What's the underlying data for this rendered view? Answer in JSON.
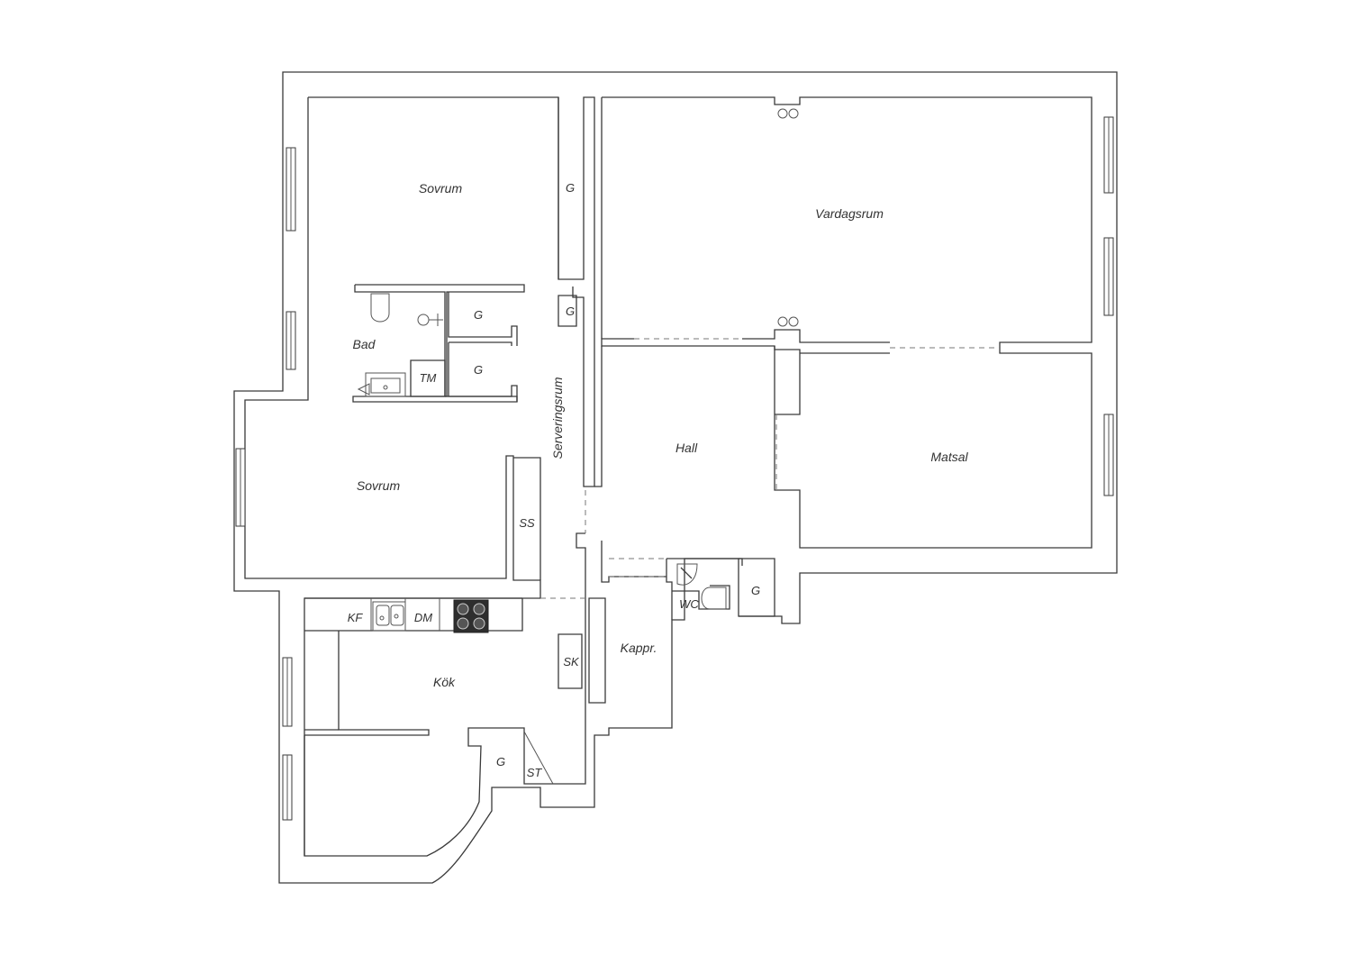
{
  "rooms": {
    "sovrum_1": "Sovrum",
    "sovrum_2": "Sovrum",
    "bad": "Bad",
    "vardagsrum": "Vardagsrum",
    "hall": "Hall",
    "matsal": "Matsal",
    "serveringsrum": "Serveringsrum",
    "kok": "Kök",
    "kappr": "Kappr.",
    "wc": "WC"
  },
  "fixtures": {
    "g_1": "G",
    "g_2": "G",
    "g_3": "G",
    "g_4": "G",
    "g_5": "G",
    "g_6": "G",
    "tm": "TM",
    "ss": "SS",
    "kf": "KF",
    "dm": "DM",
    "sk": "SK",
    "st": "ST"
  },
  "icons": {
    "toilet": "toilet-icon",
    "sink": "sink-icon",
    "shower": "shower-icon",
    "stove": "stove-icon",
    "radiator": "radiator-icon"
  }
}
